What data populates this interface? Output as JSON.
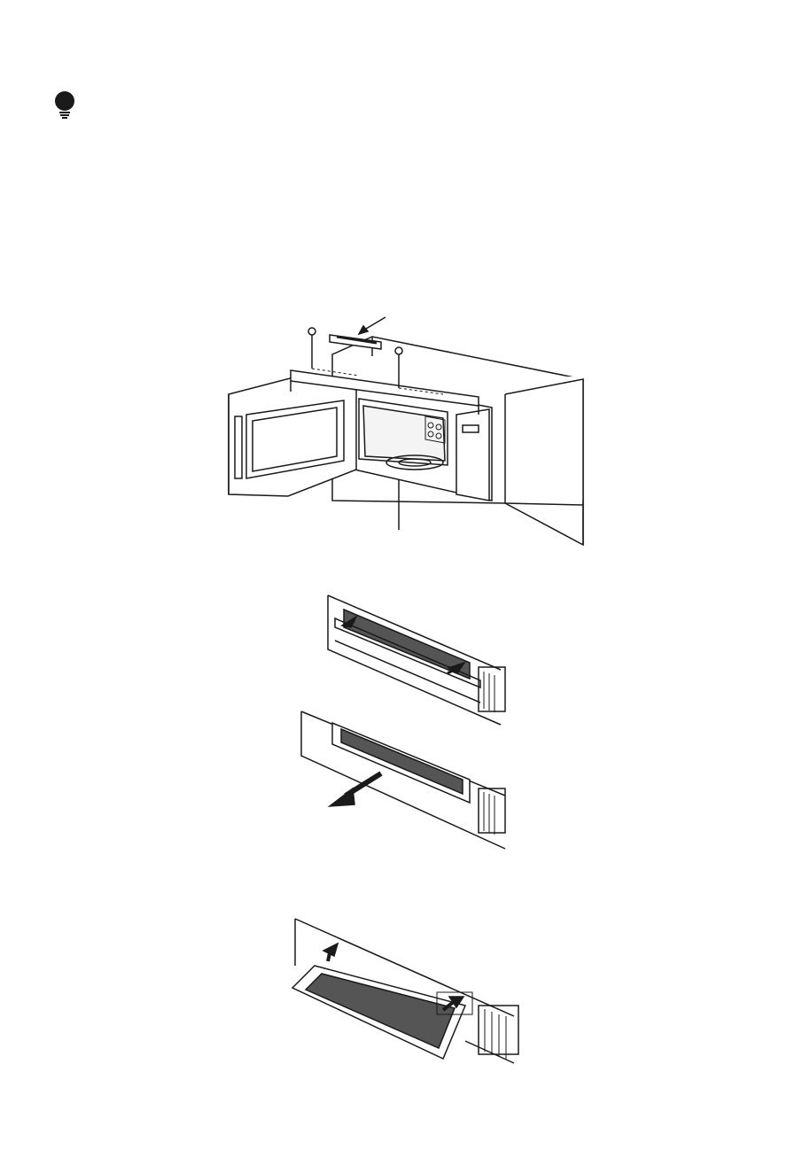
{
  "page": {
    "background": "#ffffff",
    "ink": "#1a1a1a",
    "filter_fill": "#555555"
  },
  "tip": {
    "icon": "lightbulb-icon"
  },
  "figures": [
    {
      "name": "microwave-vent-grille-removal"
    },
    {
      "name": "charcoal-filter-removal"
    },
    {
      "name": "charcoal-filter-installation"
    }
  ]
}
